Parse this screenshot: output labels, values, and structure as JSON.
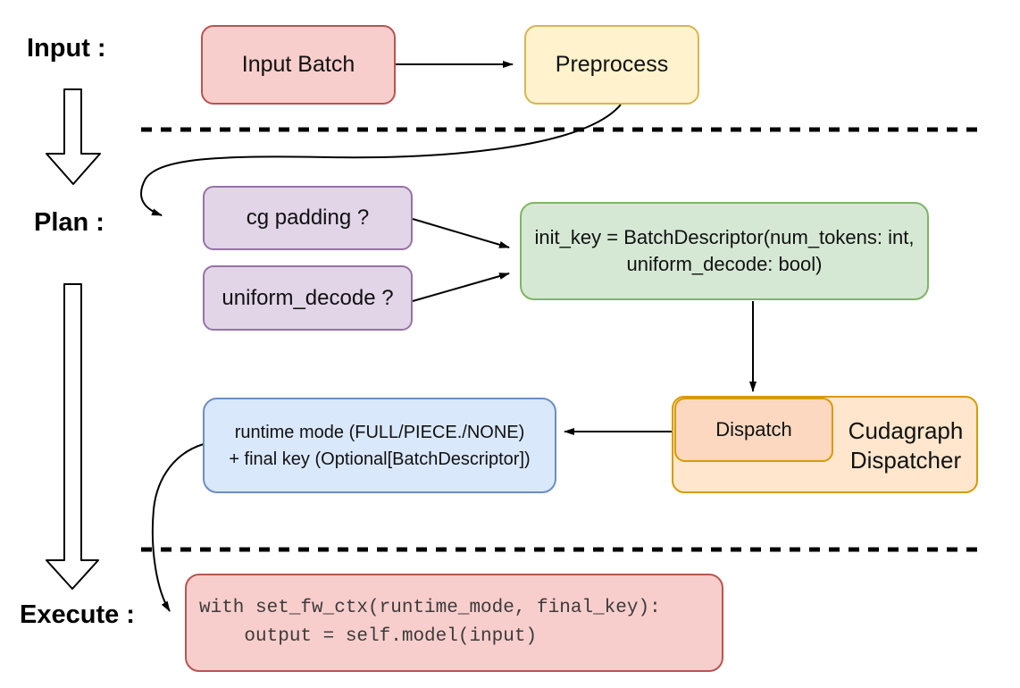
{
  "labels": {
    "input": "Input :",
    "plan": "Plan :",
    "execute": "Execute :"
  },
  "nodes": {
    "input_batch": {
      "label": "Input Batch"
    },
    "preprocess": {
      "label": "Preprocess"
    },
    "cg_padding": {
      "label": "cg padding ?"
    },
    "uniform_decode": {
      "label": "uniform_decode ?"
    },
    "init_key": {
      "line1": "init_key = BatchDescriptor(num_tokens: int,",
      "line2": "uniform_decode: bool)"
    },
    "runtime": {
      "line1": "runtime mode (FULL/PIECE./NONE)",
      "line2": "+ final key (Optional[BatchDescriptor])"
    },
    "dispatch": {
      "label": "Dispatch"
    },
    "cudagraph_dispatcher": {
      "line1": "Cudagraph",
      "line2": "Dispatcher"
    },
    "execute_code": {
      "line1": "with set_fw_ctx(runtime_mode, final_key):",
      "line2": "    output = self.model(input)"
    }
  },
  "colors": {
    "red_fill": "#f8cecc",
    "red_stroke": "#b85450",
    "yellow_fill": "#fff2cc",
    "yellow_stroke": "#d6b656",
    "purple_fill": "#e1d5e7",
    "purple_stroke": "#9673a6",
    "green_fill": "#d5e8d4",
    "green_stroke": "#82b366",
    "blue_fill": "#dae8fc",
    "blue_stroke": "#6c8ebf",
    "orange_fill": "#ffe6cc",
    "orange_stroke": "#d79b00",
    "peach_fill": "#fcd8c0",
    "connector": "#000000"
  }
}
